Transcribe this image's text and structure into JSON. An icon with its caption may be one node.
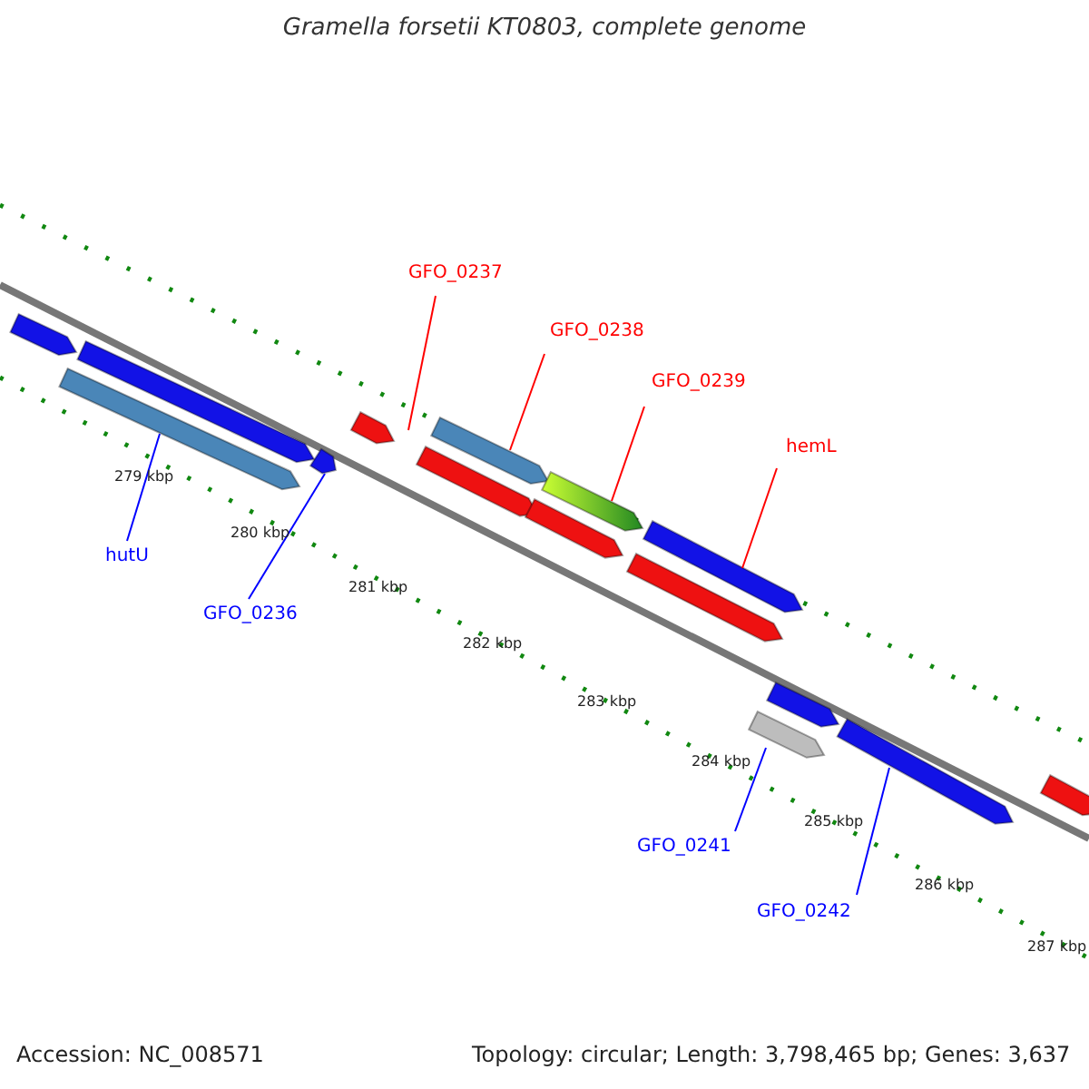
{
  "diagram": {
    "title": "Gramella forsetii KT0803, complete genome",
    "nodes": [
      {
        "text": [
          "GFO_0237"
        ]
      },
      {
        "text": [
          "GFO_0238"
        ]
      },
      {
        "text": [
          "GFO_0239"
        ]
      },
      {
        "text": [
          "hemL"
        ]
      },
      {
        "text": [
          "hutU"
        ]
      },
      {
        "text": [
          "GFO_0236"
        ]
      },
      {
        "text": [
          "GFO_0241"
        ]
      },
      {
        "text": [
          "GFO_0242"
        ]
      },
      {
        "text": [],
        "shape": "arrow"
      },
      {
        "text": [],
        "shape": "arrow"
      },
      {
        "text": [],
        "shape": "arrow"
      },
      {
        "text": [],
        "shape": "arrow"
      },
      {
        "text": [],
        "shape": "arrow"
      },
      {
        "text": [],
        "shape": "arrow"
      },
      {
        "text": [],
        "shape": "arrow"
      },
      {
        "text": [],
        "shape": "arrow"
      },
      {
        "text": [],
        "shape": "arrow"
      },
      {
        "text": [],
        "shape": "arrow"
      },
      {
        "text": [],
        "shape": "arrow"
      },
      {
        "text": [],
        "shape": "arrow"
      },
      {
        "text": [],
        "shape": "arrow"
      },
      {
        "text": [],
        "shape": "arrow"
      },
      {
        "text": [],
        "shape": "arrow"
      }
    ],
    "edges": [
      {
        "from": 0,
        "to": 8,
        "arrow": "none",
        "color": "#ff0000"
      },
      {
        "from": 1,
        "to": 9,
        "arrow": "none",
        "color": "#ff0000"
      },
      {
        "from": 2,
        "to": 10,
        "arrow": "none",
        "color": "#ff0000"
      },
      {
        "from": 3,
        "to": 11,
        "arrow": "none",
        "color": "#ff0000"
      },
      {
        "from": 4,
        "to": 12,
        "arrow": "none",
        "color": "#0000ff"
      },
      {
        "from": 5,
        "to": 13,
        "arrow": "none",
        "color": "#0000ff"
      },
      {
        "from": 6,
        "to": 14,
        "arrow": "none",
        "color": "#0000ff"
      },
      {
        "from": 7,
        "to": 15,
        "arrow": "none",
        "color": "#0000ff"
      }
    ],
    "labels": [
      "279 kbp",
      "280 kbp",
      "281 kbp",
      "282 kbp",
      "283 kbp",
      "284 kbp",
      "285 kbp",
      "286 kbp",
      "287 kbp",
      "Accession: NC_008571",
      "Topology: circular; Length: 3,798,465 bp; Genes: 3,637"
    ]
  }
}
